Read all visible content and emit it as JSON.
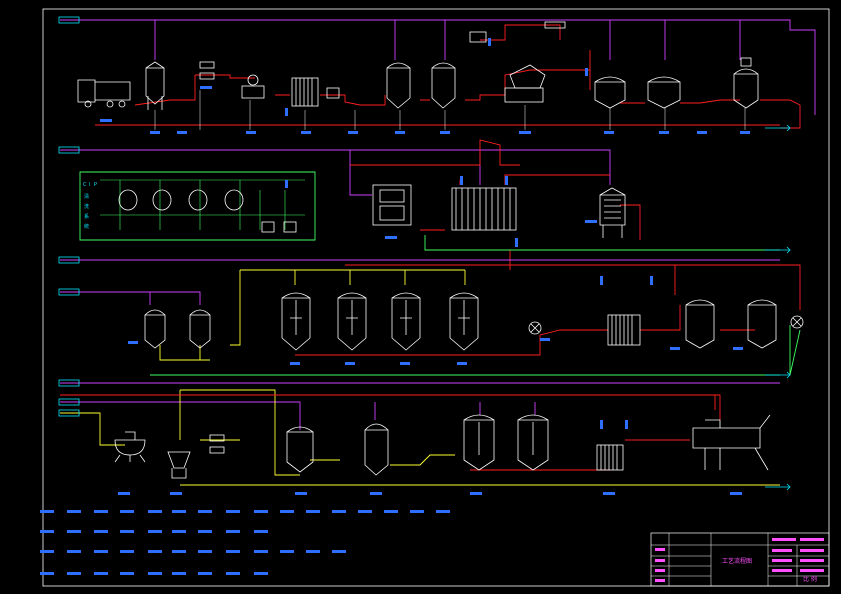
{
  "drawing": {
    "title_block": {
      "sheet_title": "工艺流程图",
      "scale": "比 例"
    },
    "cip_panel": {
      "label_chars": [
        "C",
        "I",
        "P",
        "清",
        "洗",
        "系",
        "统"
      ]
    },
    "colors": {
      "background": "#000000",
      "frame": "#ffffff",
      "pipe_red": "#ff2020",
      "pipe_yellow": "#ffff30",
      "pipe_green": "#40ff60",
      "pipe_magenta": "#d040ff",
      "pipe_blue": "#4060ff",
      "equipment": "#ffffff",
      "tag": "#2f6fff",
      "cyan": "#00e8ff"
    }
  }
}
